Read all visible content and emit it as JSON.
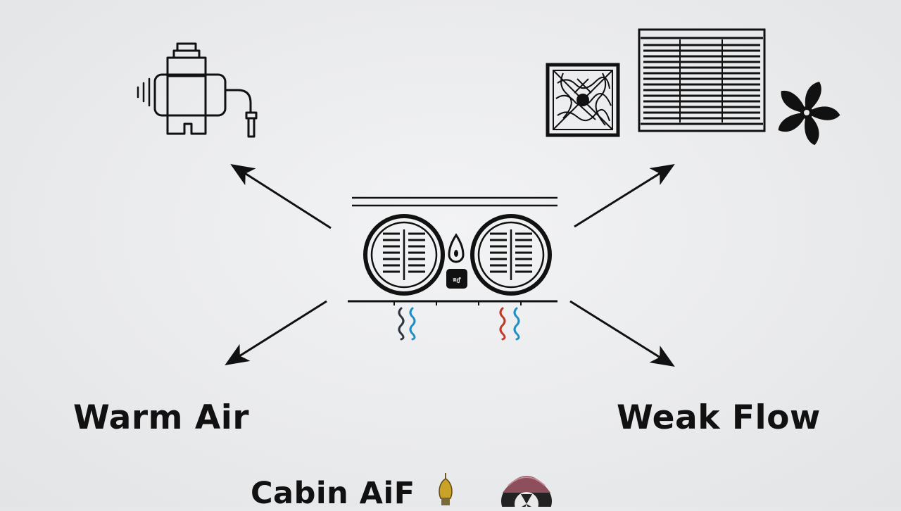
{
  "labels": {
    "warm_air": "Warm Air",
    "weak_flow": "Weak Flow",
    "cabin_air": "Cabin AiF"
  },
  "unit": {
    "badge": "ʬᴉꝭ"
  },
  "icons": {
    "top_left": "coolant-reservoir-icon",
    "top_right": [
      "clogged-cabin-filter-icon",
      "vent-grille-icon",
      "blower-fan-icon"
    ],
    "bottom": [
      "air-freshener-icon",
      "cap-icon"
    ]
  },
  "colors": {
    "ink": "#111111",
    "cool_wave": "#1f8fc4",
    "warm_wave": "#c0392b",
    "freshener": "#c9a227",
    "cap": "#8e4f5c"
  }
}
